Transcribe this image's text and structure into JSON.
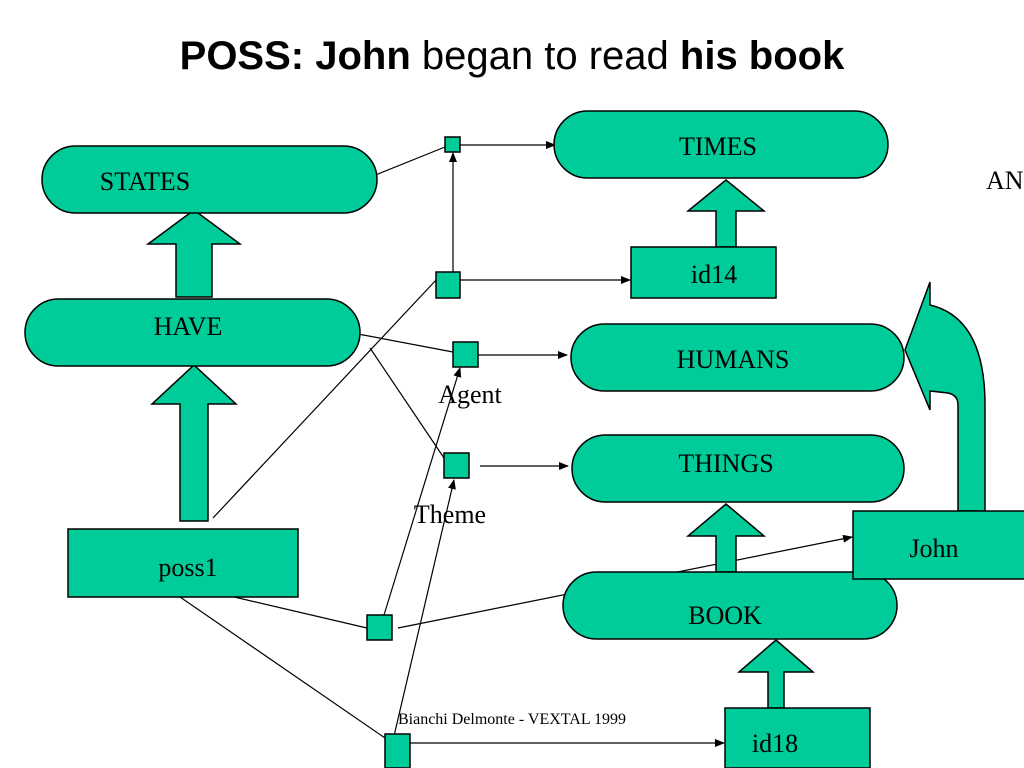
{
  "title": {
    "prefix": "POSS:  John",
    "middle": " began to read ",
    "suffix": "his book"
  },
  "colors": {
    "node_fill": "#00CC99",
    "stroke": "#000000",
    "background": "#FFFFFF"
  },
  "nodes": {
    "states": "STATES",
    "times": "TIMES",
    "have": "HAVE",
    "humans": "HUMANS",
    "things": "THINGS",
    "book": "BOOK",
    "id14": "id14",
    "poss1": "poss1",
    "john": "John",
    "id18": "id18"
  },
  "labels": {
    "agent": "Agent",
    "theme": "Theme",
    "edge_text": "AN"
  },
  "footer": "Bianchi Delmonte - VEXTAL 1999"
}
